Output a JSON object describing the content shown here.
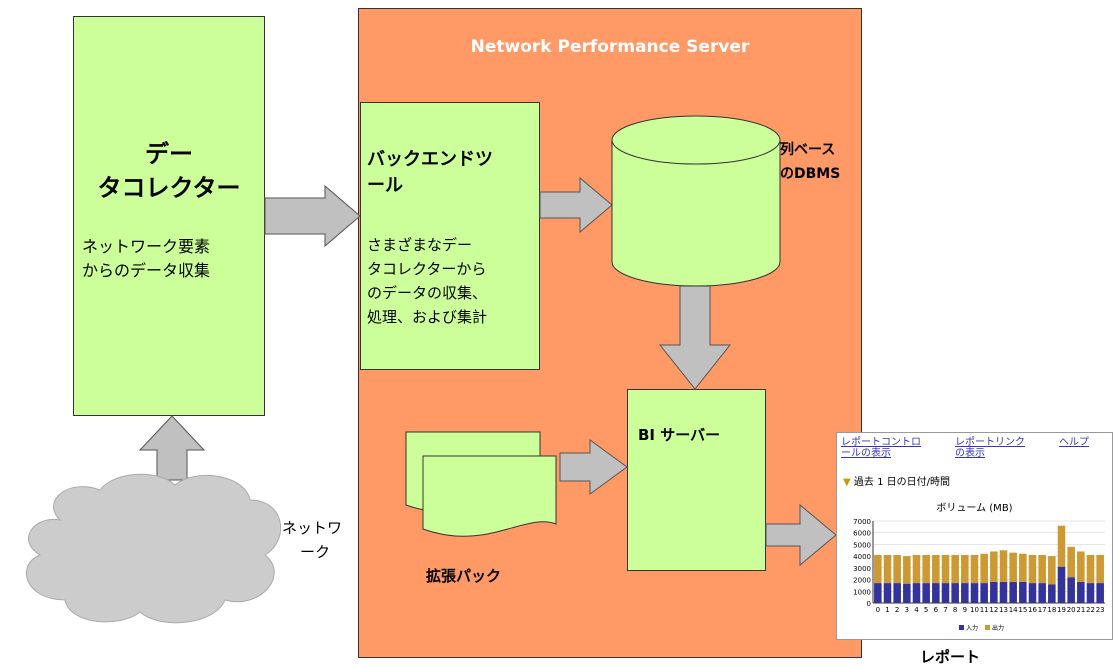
{
  "server": {
    "title": "Network Performance Server"
  },
  "collector": {
    "title_lines": [
      "デー",
      "タコレクター"
    ],
    "desc_lines": [
      "ネットワーク要素",
      "からのデータ収集"
    ]
  },
  "backend": {
    "title_lines": [
      "バックエンドツ",
      "ール"
    ],
    "desc_lines": [
      "さまざまなデー",
      "タコレクターから",
      "のデータの収集、",
      "処理、および集計"
    ]
  },
  "dbms": {
    "label_lines": [
      "列ベース",
      "のDBMS"
    ]
  },
  "bi_server": {
    "title": "BI サーバー"
  },
  "extension_pack": {
    "label": "拡張パック"
  },
  "network": {
    "label_lines": [
      "ネットワ",
      "ーク"
    ]
  },
  "report": {
    "label": "レポート",
    "links": [
      {
        "lines": [
          "レポートコントロ",
          "ールの表示"
        ]
      },
      {
        "lines": [
          "レポートリンク",
          "の表示"
        ]
      },
      {
        "lines": [
          "ヘルプ",
          ""
        ]
      }
    ],
    "filter_text": "過去 1 日の日付/時間",
    "colors": {
      "input": "#333399",
      "output": "#cc9933"
    }
  },
  "chart_data": {
    "type": "bar",
    "title": "ボリューム (MB)",
    "stacked": true,
    "categories": [
      "0",
      "1",
      "2",
      "3",
      "4",
      "5",
      "6",
      "7",
      "8",
      "9",
      "10",
      "11",
      "12",
      "13",
      "14",
      "15",
      "16",
      "17",
      "18",
      "19",
      "20",
      "21",
      "22",
      "23"
    ],
    "yticks": [
      "0",
      "1000",
      "2000",
      "3000",
      "4000",
      "5000",
      "6000",
      "7000"
    ],
    "ylim": [
      0,
      7000
    ],
    "series": [
      {
        "name": "入力",
        "values": [
          1700,
          1700,
          1700,
          1650,
          1700,
          1700,
          1700,
          1700,
          1700,
          1700,
          1700,
          1700,
          1800,
          1800,
          1800,
          1800,
          1700,
          1700,
          1600,
          3100,
          2200,
          1800,
          1700,
          1700
        ]
      },
      {
        "name": "出力",
        "values": [
          2400,
          2400,
          2400,
          2350,
          2400,
          2400,
          2400,
          2400,
          2400,
          2400,
          2400,
          2500,
          2600,
          2700,
          2500,
          2400,
          2400,
          2400,
          2400,
          3500,
          2600,
          2600,
          2400,
          2400
        ]
      }
    ],
    "legend_position": "bottom",
    "grid": true
  }
}
